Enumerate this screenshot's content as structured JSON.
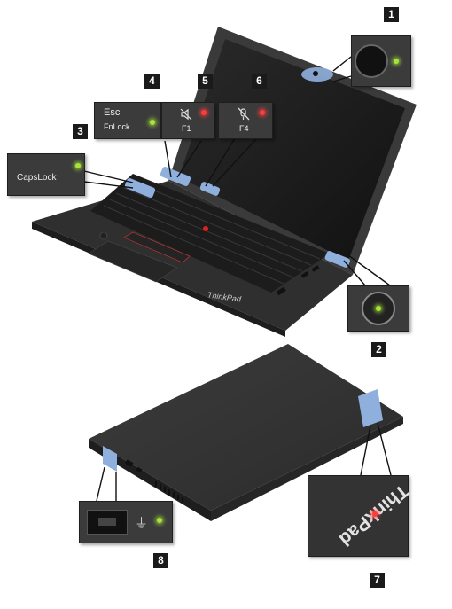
{
  "callouts": {
    "1": {
      "number": "1"
    },
    "2": {
      "number": "2"
    },
    "3": {
      "number": "3",
      "key_label": "CapsLock"
    },
    "4": {
      "number": "4",
      "key_label_top": "Esc",
      "key_label_bottom": "FnLock"
    },
    "5": {
      "number": "5",
      "key_label": "F1",
      "icon": "speaker-mute-icon"
    },
    "6": {
      "number": "6",
      "key_label": "F4",
      "icon": "microphone-mute-icon"
    },
    "7": {
      "number": "7",
      "logo_text": "ThinkPad"
    },
    "8": {
      "number": "8",
      "icon": "power-plug-icon"
    }
  },
  "laptop": {
    "bezel_logo": "ThinkPad"
  },
  "colors": {
    "led_green": "#a6e43a",
    "led_red": "#ff3b3b",
    "highlight_blue": "#8fb0dd"
  }
}
